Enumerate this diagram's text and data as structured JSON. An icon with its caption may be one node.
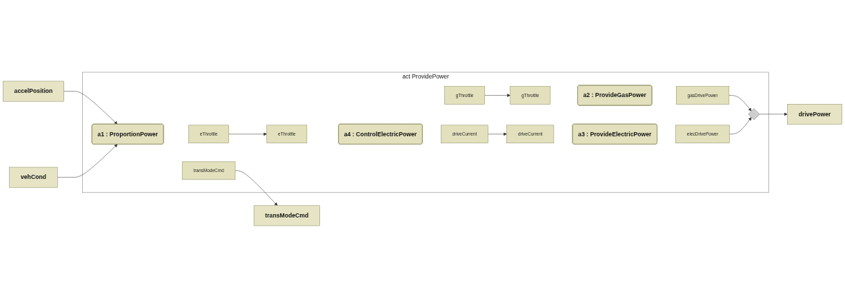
{
  "diagram": {
    "nodes": [
      {
        "text": [
          "act ProvidePower"
        ]
      },
      {
        "text": [
          "accelPosition"
        ]
      },
      {
        "text": [
          "vehCond"
        ]
      },
      {
        "text": [
          "transModeCmd"
        ],
        "in": 0
      },
      {
        "text": [
          "a1 : ProportionPower"
        ],
        "in": 0
      },
      {
        "text": [
          "eThrottle"
        ],
        "in": 0
      },
      {
        "text": [
          "gThrottle"
        ],
        "in": 0
      },
      {
        "text": [
          "gThrottle"
        ],
        "in": 0
      },
      {
        "text": [
          "a2 : ProvideGasPower"
        ],
        "in": 0
      },
      {
        "text": [
          "gasDrivePower"
        ],
        "in": 0
      },
      {
        "text": [
          "eThrottle"
        ],
        "in": 0
      },
      {
        "text": [
          "a4 : ControlElectricPower"
        ],
        "in": 0
      },
      {
        "text": [
          "driveCurrent"
        ],
        "in": 0
      },
      {
        "text": [
          "driveCurrent"
        ],
        "in": 0
      },
      {
        "text": [
          "a3 : ProvideElectricPower"
        ],
        "in": 0
      },
      {
        "text": [
          "elecDrivePower"
        ],
        "in": 0
      },
      {
        "text": [],
        "shape": "diamond",
        "in": 0
      },
      {
        "text": [
          "transModeCmd"
        ]
      },
      {
        "text": [
          "drivePower"
        ]
      }
    ],
    "edges": [
      {
        "from": 1,
        "to": 4,
        "arrow": "to"
      },
      {
        "from": 2,
        "to": 4,
        "arrow": "to"
      },
      {
        "from": 3,
        "to": 17,
        "arrow": "to"
      },
      {
        "from": 5,
        "to": 10,
        "arrow": "to"
      },
      {
        "from": 6,
        "to": 7,
        "arrow": "to"
      },
      {
        "from": 9,
        "to": 16,
        "arrow": "to"
      },
      {
        "from": 12,
        "to": 13,
        "arrow": "to"
      },
      {
        "from": 15,
        "to": 16,
        "arrow": "to"
      },
      {
        "from": 16,
        "to": 18,
        "arrow": "to"
      }
    ]
  }
}
